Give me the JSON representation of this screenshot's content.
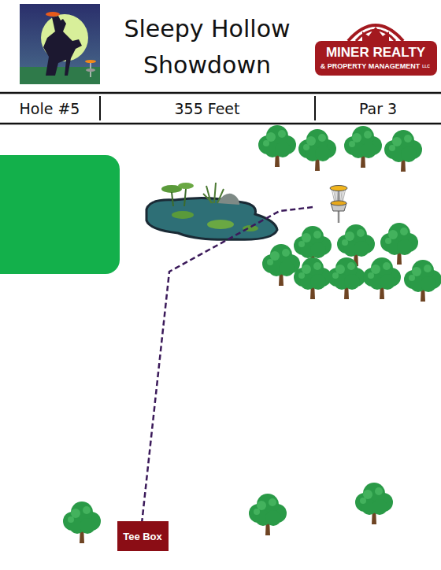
{
  "diagram": {
    "title": "Sleepy Hollow Showdown",
    "nodes": [
      {
        "text": [
          "Tee Box"
        ]
      }
    ],
    "labels": [
      "Hole #5",
      "355 Feet",
      "Par 3",
      "MINER REALTY",
      "& PROPERTY MANAGEMENT",
      "LLC"
    ]
  }
}
